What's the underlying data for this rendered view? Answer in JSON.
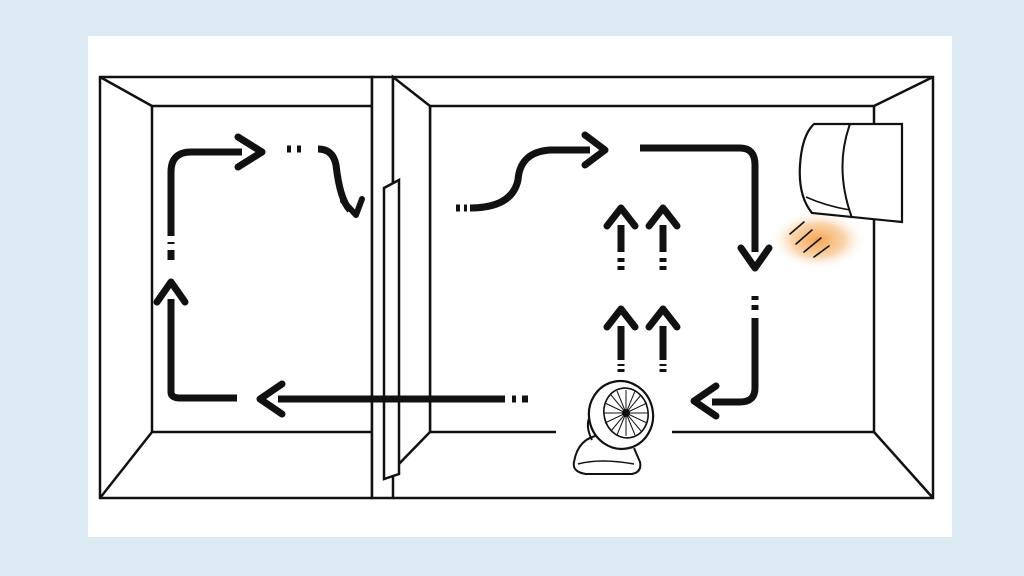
{
  "colors": {
    "background": "#dceaf3",
    "card": "#ffffff",
    "line": "#111111",
    "heat_glow": "#f4a14a"
  },
  "rooms": [
    {
      "id": "left-room"
    },
    {
      "id": "right-room"
    }
  ],
  "devices": [
    {
      "icon": "air-conditioner-icon"
    },
    {
      "icon": "circulator-fan-icon"
    }
  ],
  "airflow_arrows": [
    {
      "icon": "airflow-loop-arrow",
      "room": "left-room"
    },
    {
      "icon": "airflow-through-door-arrow",
      "room": "both"
    },
    {
      "icon": "airflow-upward-arrow",
      "room": "right-room",
      "count": 4
    },
    {
      "icon": "airflow-ac-loop-arrow",
      "room": "right-room"
    }
  ]
}
